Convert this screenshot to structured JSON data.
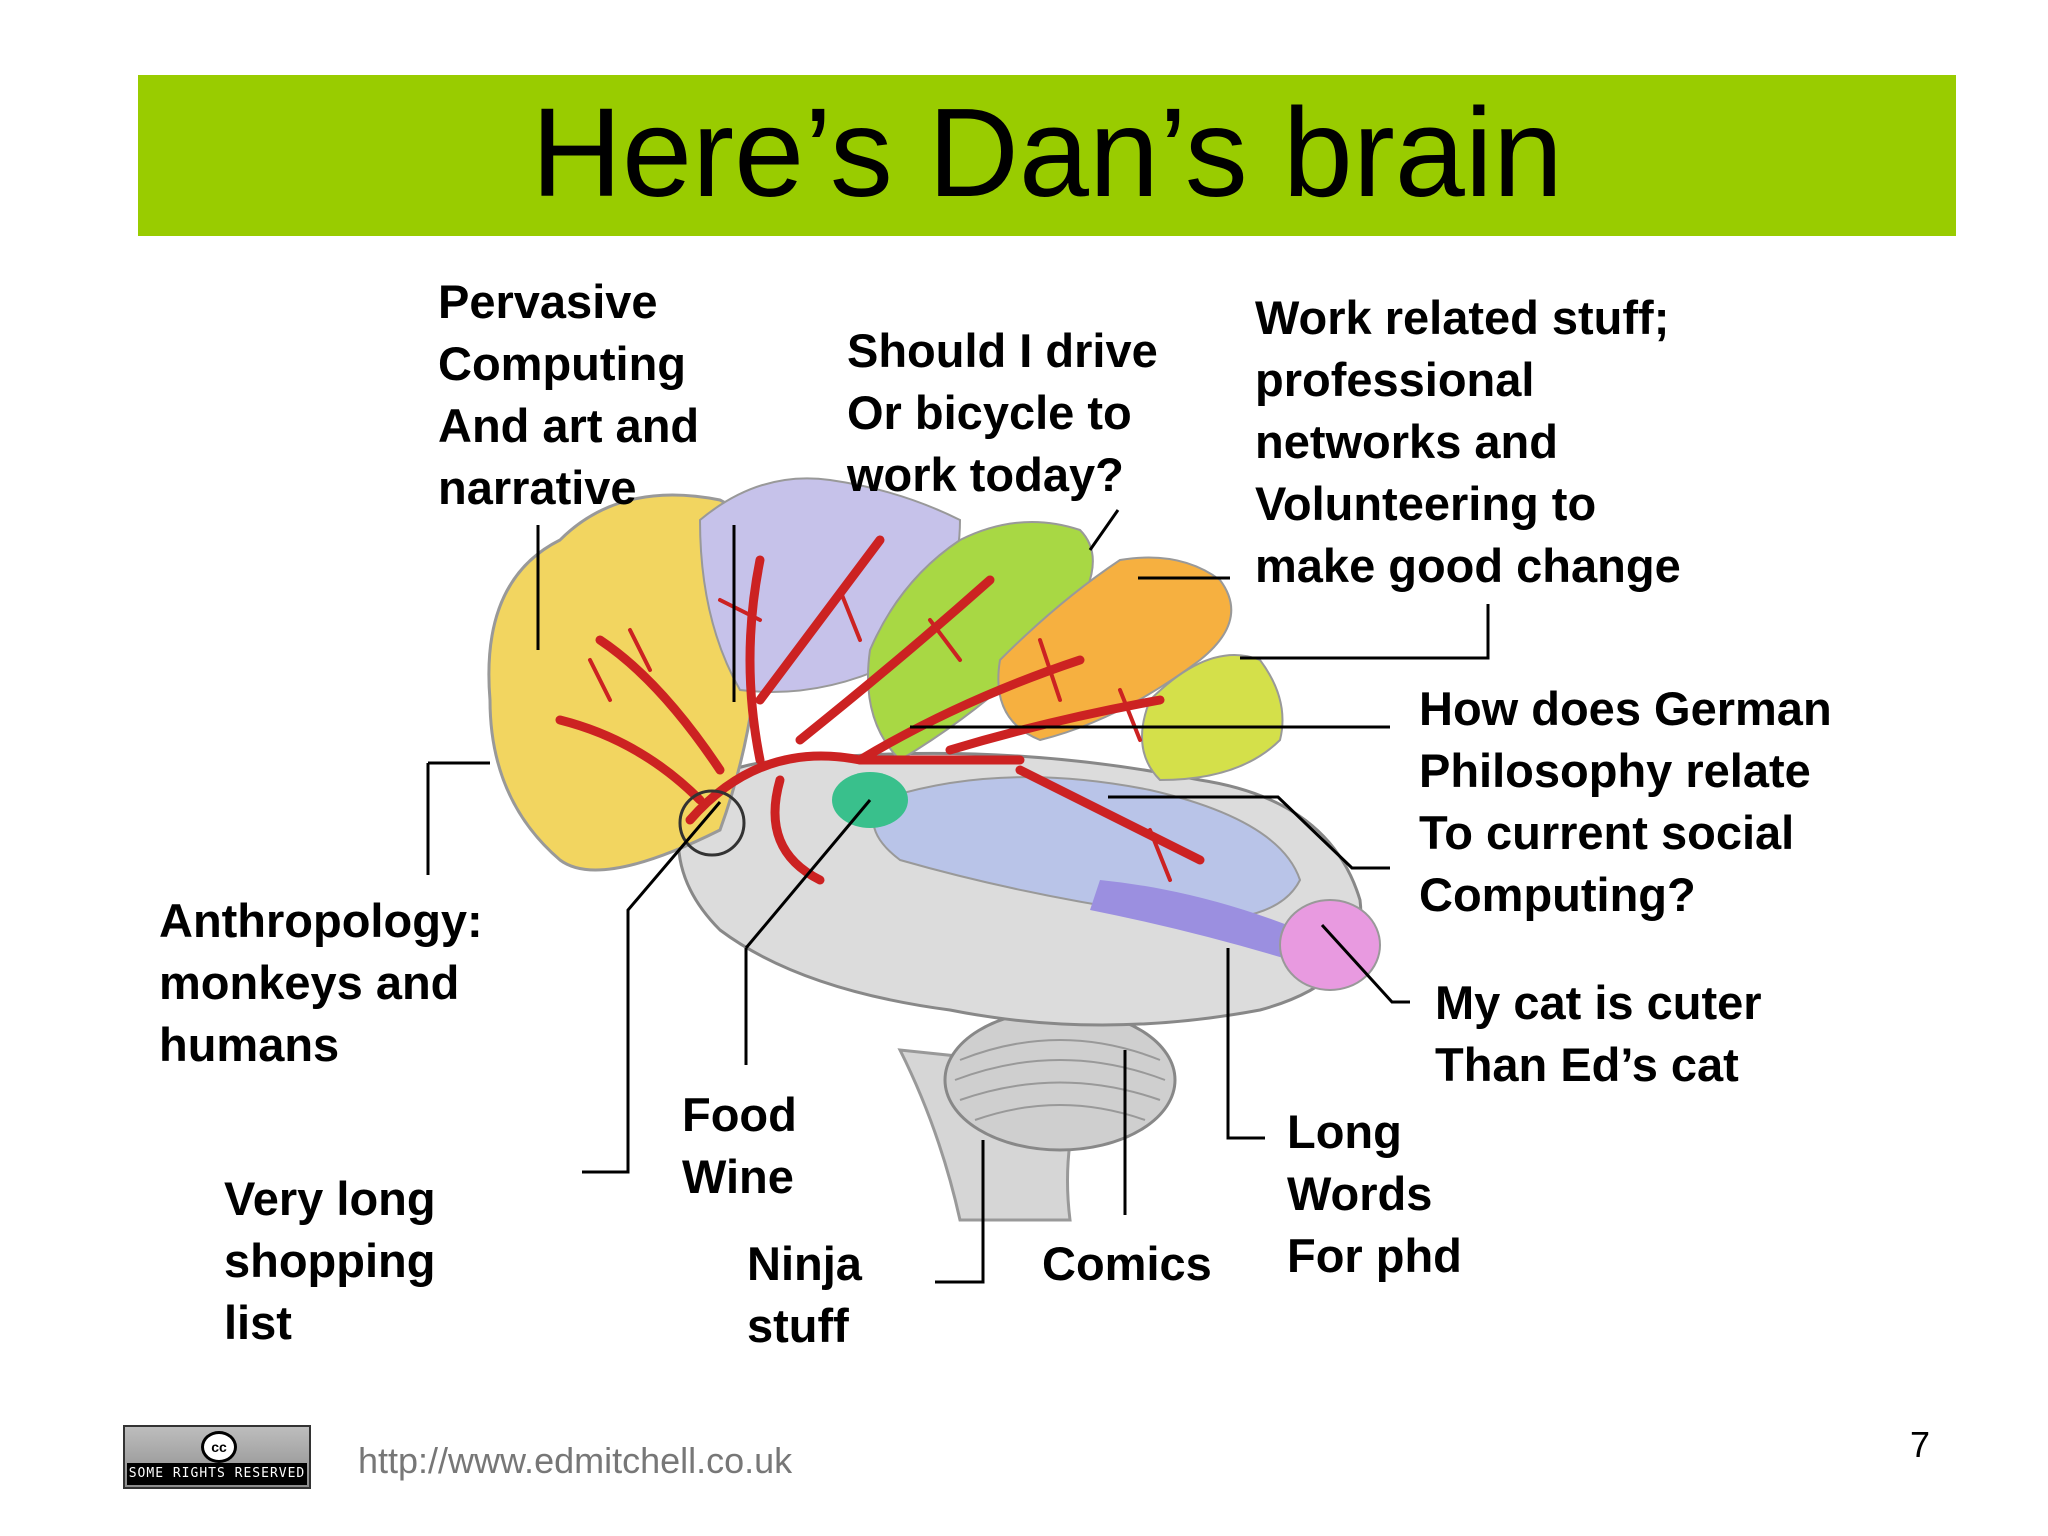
{
  "slide": {
    "title": "Here’s Dan’s brain",
    "page_number": "7",
    "footer_url": "http://www.edmitchell.co.uk",
    "badge_icon": "creative-commons-icon",
    "badge_text": "SOME RIGHTS RESERVED"
  },
  "colors": {
    "title_bar": "#99cc00",
    "frontal": "#f2d560",
    "parietal_lavender": "#c6c2ea",
    "motor_green": "#a8d844",
    "sensory_orange": "#f6b040",
    "yellow_green": "#d4e04a",
    "temporal_blue": "#b9c4e8",
    "violet_band": "#9b8fe0",
    "occipital_pink": "#e89ae0",
    "teal_spot": "#39c08c",
    "brainstem_grey": "#d6d6d6",
    "vessels": "#cc2222"
  },
  "labels": {
    "pervasive": [
      "Pervasive",
      "Computing",
      "And art and",
      "narrative"
    ],
    "drive": [
      "Should I drive",
      "Or bicycle to",
      "work today?"
    ],
    "work": [
      "Work related stuff;",
      "professional",
      "networks and",
      "Volunteering to",
      "make good change"
    ],
    "german": [
      "How does German",
      "Philosophy relate",
      "To current social",
      "Computing?"
    ],
    "cat": [
      "My cat is cuter",
      "Than Ed’s cat"
    ],
    "anthropology": [
      "Anthropology:",
      "monkeys and",
      "humans"
    ],
    "food": [
      "Food",
      "Wine"
    ],
    "shopping": [
      "Very long",
      "shopping",
      "list"
    ],
    "ninja": [
      "Ninja",
      "stuff"
    ],
    "comics": [
      "Comics"
    ],
    "long_words": [
      "Long",
      "Words",
      "For phd"
    ]
  }
}
